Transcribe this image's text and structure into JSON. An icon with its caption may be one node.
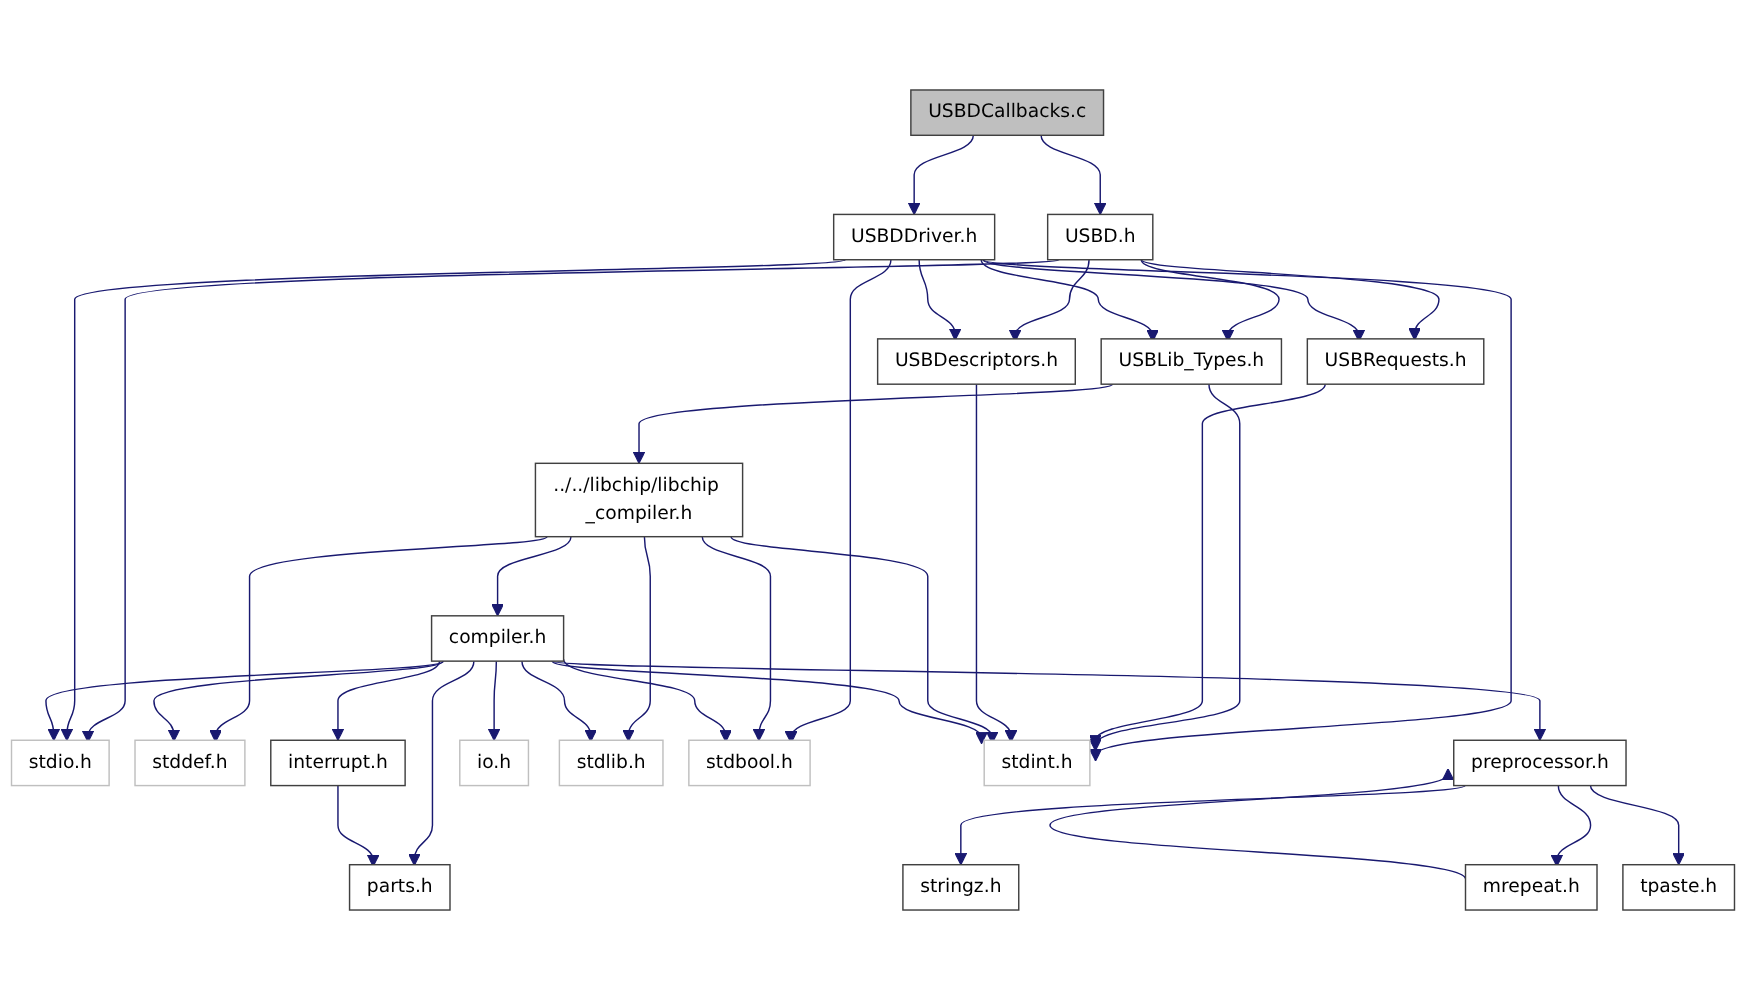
{
  "diagram": {
    "nodes": [
      {
        "text": [
          "USBDCallbacks.c"
        ]
      },
      {
        "text": [
          "USBD.h"
        ]
      },
      {
        "text": [
          "USBDDriver.h"
        ]
      },
      {
        "text": [
          "USBLib_Types.h"
        ]
      },
      {
        "text": [
          "USBRequests.h"
        ]
      },
      {
        "text": [
          "USBDescriptors.h"
        ]
      },
      {
        "text": [
          "../../libchip/libchip _compiler.h"
        ]
      },
      {
        "text": [
          "compiler.h"
        ]
      },
      {
        "text": [
          "stdio.h"
        ]
      },
      {
        "text": [
          "stddef.h"
        ]
      },
      {
        "text": [
          "interrupt.h"
        ]
      },
      {
        "text": [
          "preprocessor.h"
        ]
      },
      {
        "text": [
          "io.h"
        ]
      },
      {
        "text": [
          "stdlib.h"
        ]
      },
      {
        "text": [
          "stdbool.h"
        ]
      },
      {
        "text": [
          "stdint.h"
        ]
      },
      {
        "text": [
          "parts.h"
        ]
      },
      {
        "text": [
          "stringz.h"
        ]
      },
      {
        "text": [
          "mrepeat.h"
        ]
      },
      {
        "text": [
          "tpaste.h"
        ]
      }
    ],
    "edges": [
      {
        "from": 0,
        "to": 1,
        "arrow": "to"
      },
      {
        "from": 0,
        "to": 2,
        "arrow": "to"
      },
      {
        "from": 1,
        "to": 8,
        "arrow": "to"
      },
      {
        "from": 1,
        "to": 3,
        "arrow": "to"
      },
      {
        "from": 1,
        "to": 4,
        "arrow": "to"
      },
      {
        "from": 1,
        "to": 5,
        "arrow": "to"
      },
      {
        "from": 2,
        "to": 8,
        "arrow": "to"
      },
      {
        "from": 2,
        "to": 3,
        "arrow": "to"
      },
      {
        "from": 2,
        "to": 4,
        "arrow": "to"
      },
      {
        "from": 2,
        "to": 5,
        "arrow": "to"
      },
      {
        "from": 2,
        "to": 14,
        "arrow": "to"
      },
      {
        "from": 2,
        "to": 15,
        "arrow": "to"
      },
      {
        "from": 3,
        "to": 6,
        "arrow": "to"
      },
      {
        "from": 3,
        "to": 15,
        "arrow": "to"
      },
      {
        "from": 4,
        "to": 15,
        "arrow": "to"
      },
      {
        "from": 5,
        "to": 15,
        "arrow": "to"
      },
      {
        "from": 6,
        "to": 7,
        "arrow": "to"
      },
      {
        "from": 6,
        "to": 9,
        "arrow": "to"
      },
      {
        "from": 6,
        "to": 13,
        "arrow": "to"
      },
      {
        "from": 6,
        "to": 14,
        "arrow": "to"
      },
      {
        "from": 6,
        "to": 15,
        "arrow": "to"
      },
      {
        "from": 7,
        "to": 8,
        "arrow": "to"
      },
      {
        "from": 7,
        "to": 9,
        "arrow": "to"
      },
      {
        "from": 7,
        "to": 16,
        "arrow": "to"
      },
      {
        "from": 7,
        "to": 10,
        "arrow": "to"
      },
      {
        "from": 7,
        "to": 11,
        "arrow": "to"
      },
      {
        "from": 7,
        "to": 12,
        "arrow": "to"
      },
      {
        "from": 7,
        "to": 13,
        "arrow": "to"
      },
      {
        "from": 7,
        "to": 14,
        "arrow": "to"
      },
      {
        "from": 7,
        "to": 15,
        "arrow": "to"
      },
      {
        "from": 10,
        "to": 16,
        "arrow": "to"
      },
      {
        "from": 11,
        "to": 17,
        "arrow": "to"
      },
      {
        "from": 11,
        "to": 18,
        "arrow": "to"
      },
      {
        "from": 11,
        "to": 19,
        "arrow": "to"
      },
      {
        "from": 18,
        "to": 11,
        "arrow": "to"
      }
    ]
  }
}
